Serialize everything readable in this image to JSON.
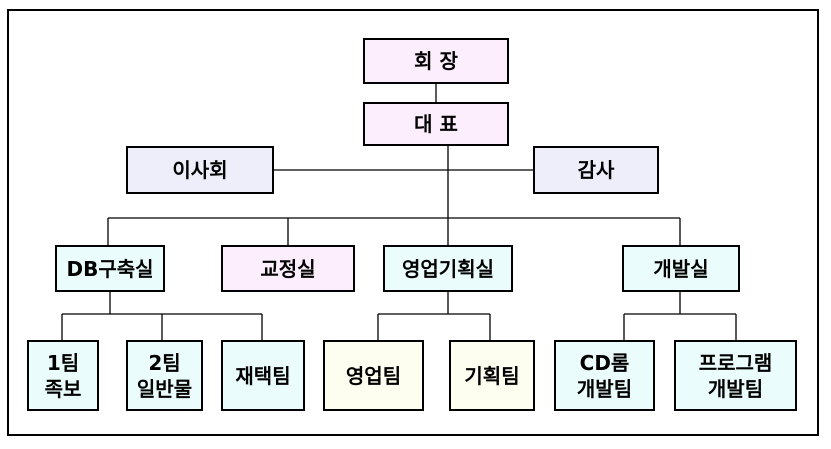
{
  "nodes": {
    "chairman": "회 장",
    "ceo": "대 표",
    "board": "이사회",
    "audit": "감사",
    "db_office": "DB구축실",
    "proofreading_office": "교정실",
    "sales_planning_office": "영업기획실",
    "development_office": "개발실",
    "team1": [
      "1팀",
      "족보"
    ],
    "team2": [
      "2팀",
      "일반물"
    ],
    "data_entry_team": "재택팀",
    "sales_team": "영업팀",
    "planning_team": "기획팀",
    "cdrom_dev_team": [
      "CD롬",
      "개발팀"
    ],
    "program_dev_team": [
      "프로그램",
      "개발팀"
    ]
  },
  "colors": {
    "executive": "#fdeefe",
    "advisory": "#eeeefb",
    "department": "#eafcfc",
    "sales_team": "#fefef0",
    "line": "#000000"
  }
}
